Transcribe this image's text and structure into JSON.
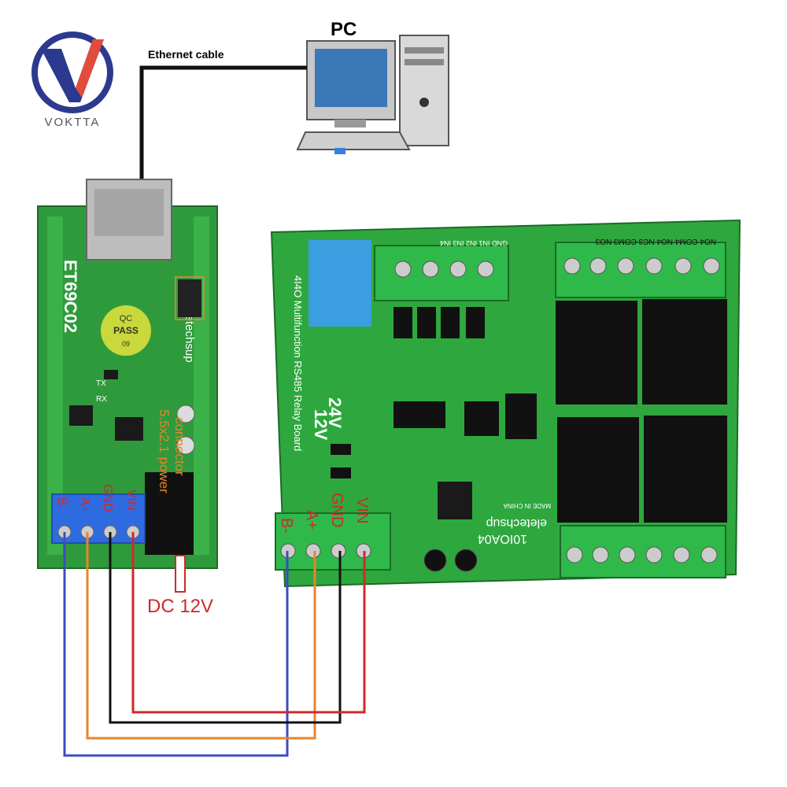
{
  "brand": {
    "name": "VOKTTA"
  },
  "pc": {
    "label": "PC"
  },
  "cable": {
    "label": "Ethernet cable"
  },
  "converter": {
    "model": "ET69C02",
    "maker": "eletechsup",
    "qc": "QC",
    "pass": "PASS",
    "qc_num": "09",
    "tx": "TX",
    "rx": "RX",
    "terminals": [
      "B-",
      "A+",
      "GND",
      "VIN"
    ],
    "jack_label_1": "5.5x2.1 power",
    "jack_label_2": "connector"
  },
  "power": {
    "label": "DC 12V"
  },
  "relay_board": {
    "title": "4I4O Multifunction RS485 Relay Board",
    "maker": "eletechsup",
    "model": "10IOA04",
    "origin": "MADE IN CHINA",
    "v24": "24V",
    "v12": "12V",
    "top_inputs": "GND IN1 IN2 IN3 IN4",
    "top_relays": "NO4 COM4 NO4 NC3 COM3 NO3",
    "terminals": [
      "B-",
      "A+",
      "GND",
      "VIN"
    ]
  },
  "wire_colors": {
    "b_minus": "#3b4cc0",
    "a_plus": "#e8842a",
    "gnd": "#111111",
    "vin": "#d0282a"
  }
}
